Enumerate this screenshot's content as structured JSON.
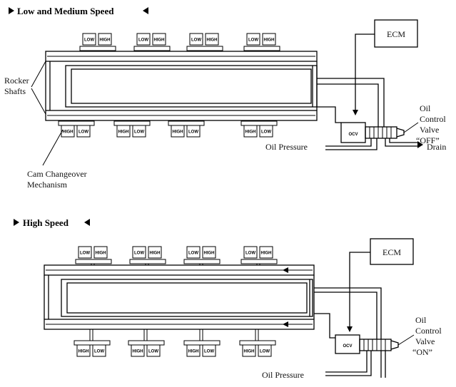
{
  "top": {
    "title": "Low and Medium Speed",
    "ecm": "ECM",
    "ocv": "OCV",
    "rocker_1": "Rocker",
    "rocker_2": "Shafts",
    "cam_1": "Cam Changeover",
    "cam_2": "Mechanism",
    "valve_1": "Oil",
    "valve_2": "Control",
    "valve_3": "Valve",
    "valve_4": "“OFF”",
    "oil_pressure": "Oil Pressure",
    "drain": "Drain",
    "upper_boxes": [
      [
        "LOW",
        "HIGH"
      ],
      [
        "LOW",
        "HIGH"
      ],
      [
        "LOW",
        "HIGH"
      ],
      [
        "LOW",
        "HIGH"
      ]
    ],
    "lower_boxes": [
      [
        "HIGH",
        "LOW"
      ],
      [
        "HIGH",
        "LOW"
      ],
      [
        "HIGH",
        "LOW"
      ],
      [
        "HIGH",
        "LOW"
      ]
    ]
  },
  "bottom": {
    "title": "High Speed",
    "ecm": "ECM",
    "ocv": "OCV",
    "valve_1": "Oil",
    "valve_2": "Control",
    "valve_3": "Valve",
    "valve_4": "“ON”",
    "oil_pressure": "Oil Pressure",
    "upper_boxes": [
      [
        "LOW",
        "HIGH"
      ],
      [
        "LOW",
        "HIGH"
      ],
      [
        "LOW",
        "HIGH"
      ],
      [
        "LOW",
        "HIGH"
      ]
    ],
    "lower_boxes": [
      [
        "HIGH",
        "LOW"
      ],
      [
        "HIGH",
        "LOW"
      ],
      [
        "HIGH",
        "LOW"
      ],
      [
        "HIGH",
        "LOW"
      ]
    ]
  }
}
